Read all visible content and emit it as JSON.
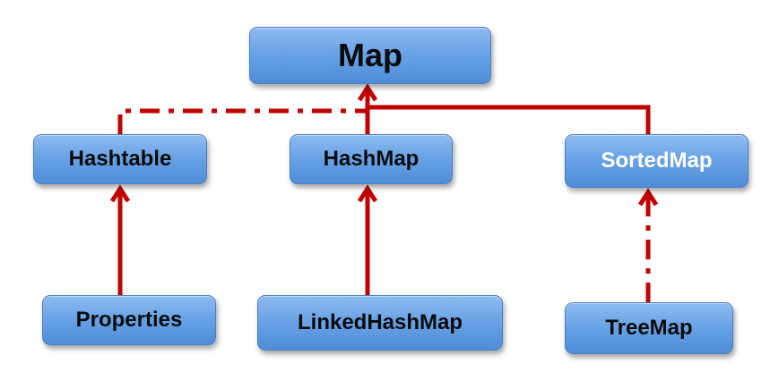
{
  "diagram": {
    "line_color": "#c00000",
    "node_gradient": [
      "#8fbcf0",
      "#4f8cd8"
    ],
    "nodes": {
      "map": {
        "label": "Map"
      },
      "hashtable": {
        "label": "Hashtable"
      },
      "hashmap": {
        "label": "HashMap"
      },
      "sortedmap": {
        "label": "SortedMap"
      },
      "properties": {
        "label": "Properties"
      },
      "linkedhashmap": {
        "label": "LinkedHashMap"
      },
      "treemap": {
        "label": "TreeMap"
      }
    },
    "edges": [
      {
        "from": "hashtable",
        "to": "map",
        "style": "dash-dot"
      },
      {
        "from": "hashmap",
        "to": "map",
        "style": "solid"
      },
      {
        "from": "sortedmap",
        "to": "map",
        "style": "solid"
      },
      {
        "from": "properties",
        "to": "hashtable",
        "style": "solid"
      },
      {
        "from": "linkedhashmap",
        "to": "hashmap",
        "style": "solid"
      },
      {
        "from": "treemap",
        "to": "sortedmap",
        "style": "dash-dot"
      }
    ]
  }
}
